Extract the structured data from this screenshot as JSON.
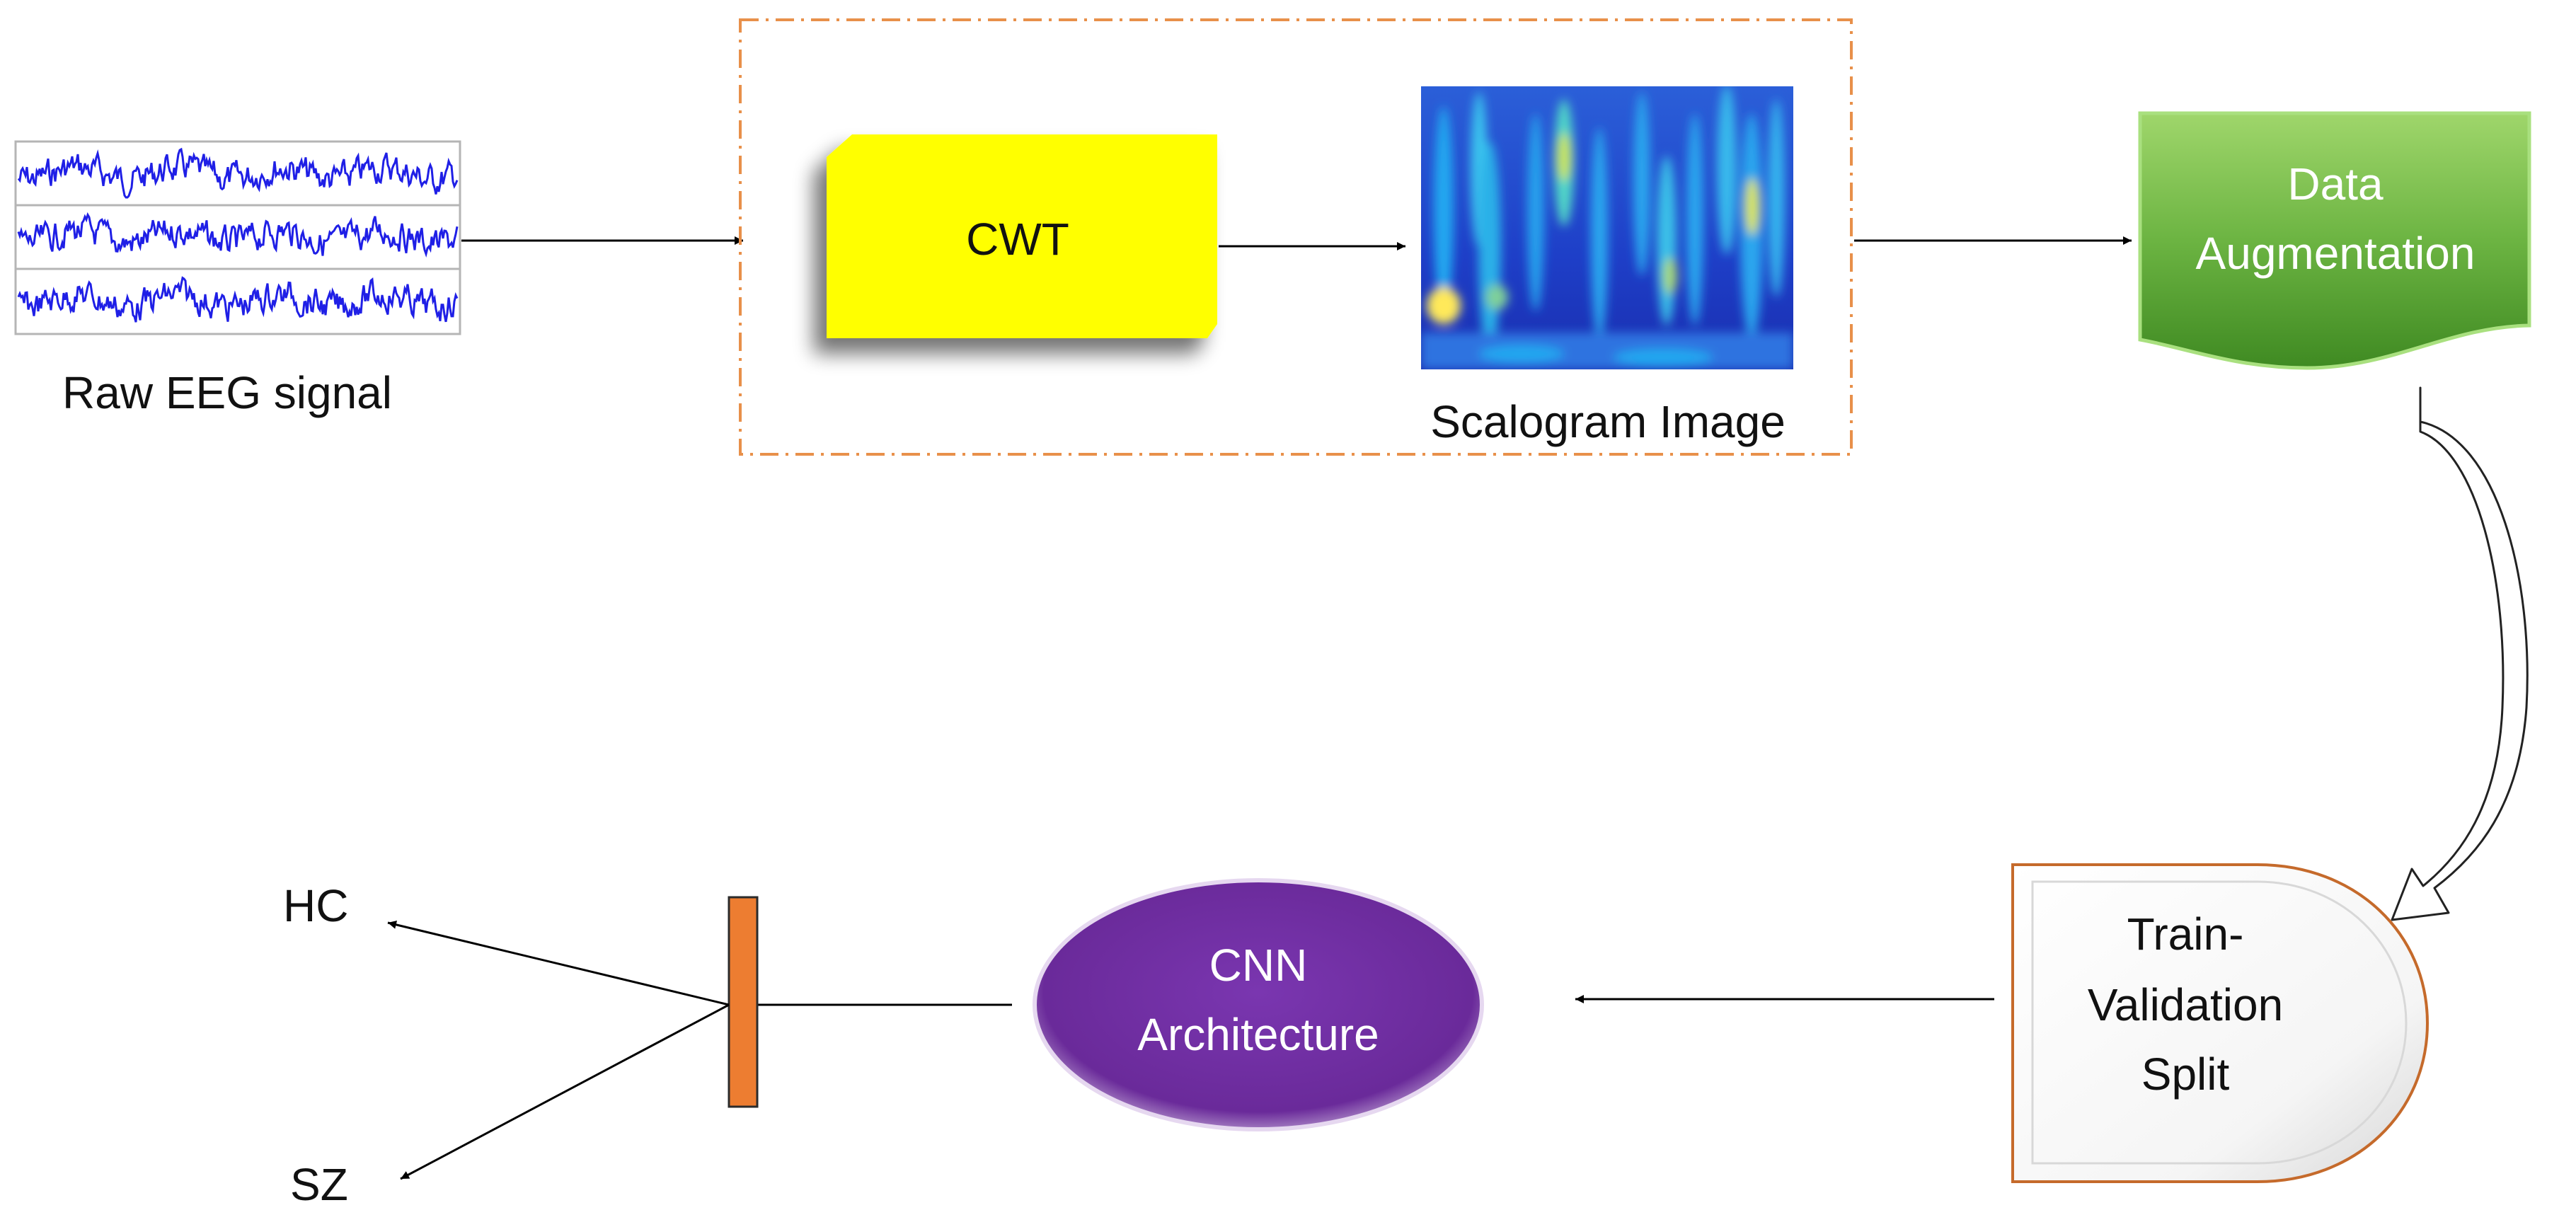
{
  "nodes": {
    "raw_eeg": {
      "label": "Raw EEG signal"
    },
    "cwt": {
      "label": "CWT"
    },
    "scalogram": {
      "label": "Scalogram Image"
    },
    "data_augmentation": {
      "label_line1": "Data",
      "label_line2": "Augmentation"
    },
    "train_split": {
      "label_line1": "Train-",
      "label_line2": "Validation",
      "label_line3": "Split"
    },
    "cnn": {
      "label_line1": "CNN",
      "label_line2": "Architecture"
    }
  },
  "outputs": {
    "hc": "HC",
    "sz": "SZ"
  },
  "colors": {
    "eeg_trace": "#1f1fe6",
    "cwt_fill": "#ffff00",
    "dashed_border": "#e8904a",
    "augmentation_top": "#8fce5a",
    "augmentation_bottom": "#4c9a2a",
    "cnn_fill": "#7030a0",
    "classifier_bar": "#ed7d31",
    "split_border": "#c56a2b"
  }
}
